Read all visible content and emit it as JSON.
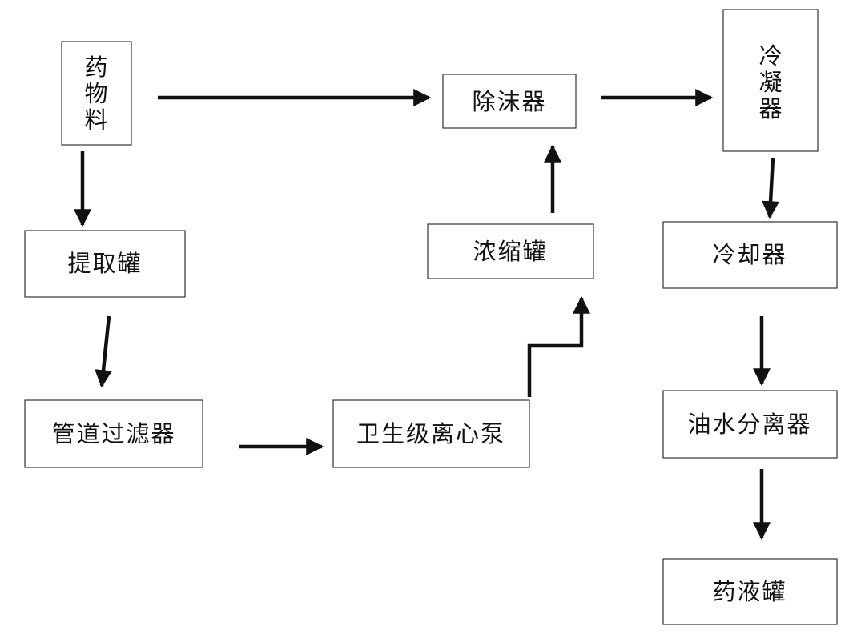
{
  "nodes": {
    "herbs": "药物料",
    "extraction_tank": "提取罐",
    "pipeline_filter": "管道过滤器",
    "sanitary_pump": "卫生级离心泵",
    "concentration_tank": "浓缩罐",
    "demister": "除沫器",
    "condenser": "冷凝器",
    "cooler": "冷却器",
    "oil_water_separator": "油水分离器",
    "liquid_tank": "药液罐"
  },
  "edges": [
    [
      "herbs",
      "extraction_tank"
    ],
    [
      "extraction_tank",
      "pipeline_filter"
    ],
    [
      "pipeline_filter",
      "sanitary_pump"
    ],
    [
      "sanitary_pump",
      "concentration_tank"
    ],
    [
      "concentration_tank",
      "demister"
    ],
    [
      "herbs",
      "demister"
    ],
    [
      "demister",
      "condenser"
    ],
    [
      "condenser",
      "cooler"
    ],
    [
      "cooler",
      "oil_water_separator"
    ],
    [
      "oil_water_separator",
      "liquid_tank"
    ]
  ],
  "colors": {
    "line": "#111111",
    "border": "#333333",
    "background": "#ffffff"
  }
}
